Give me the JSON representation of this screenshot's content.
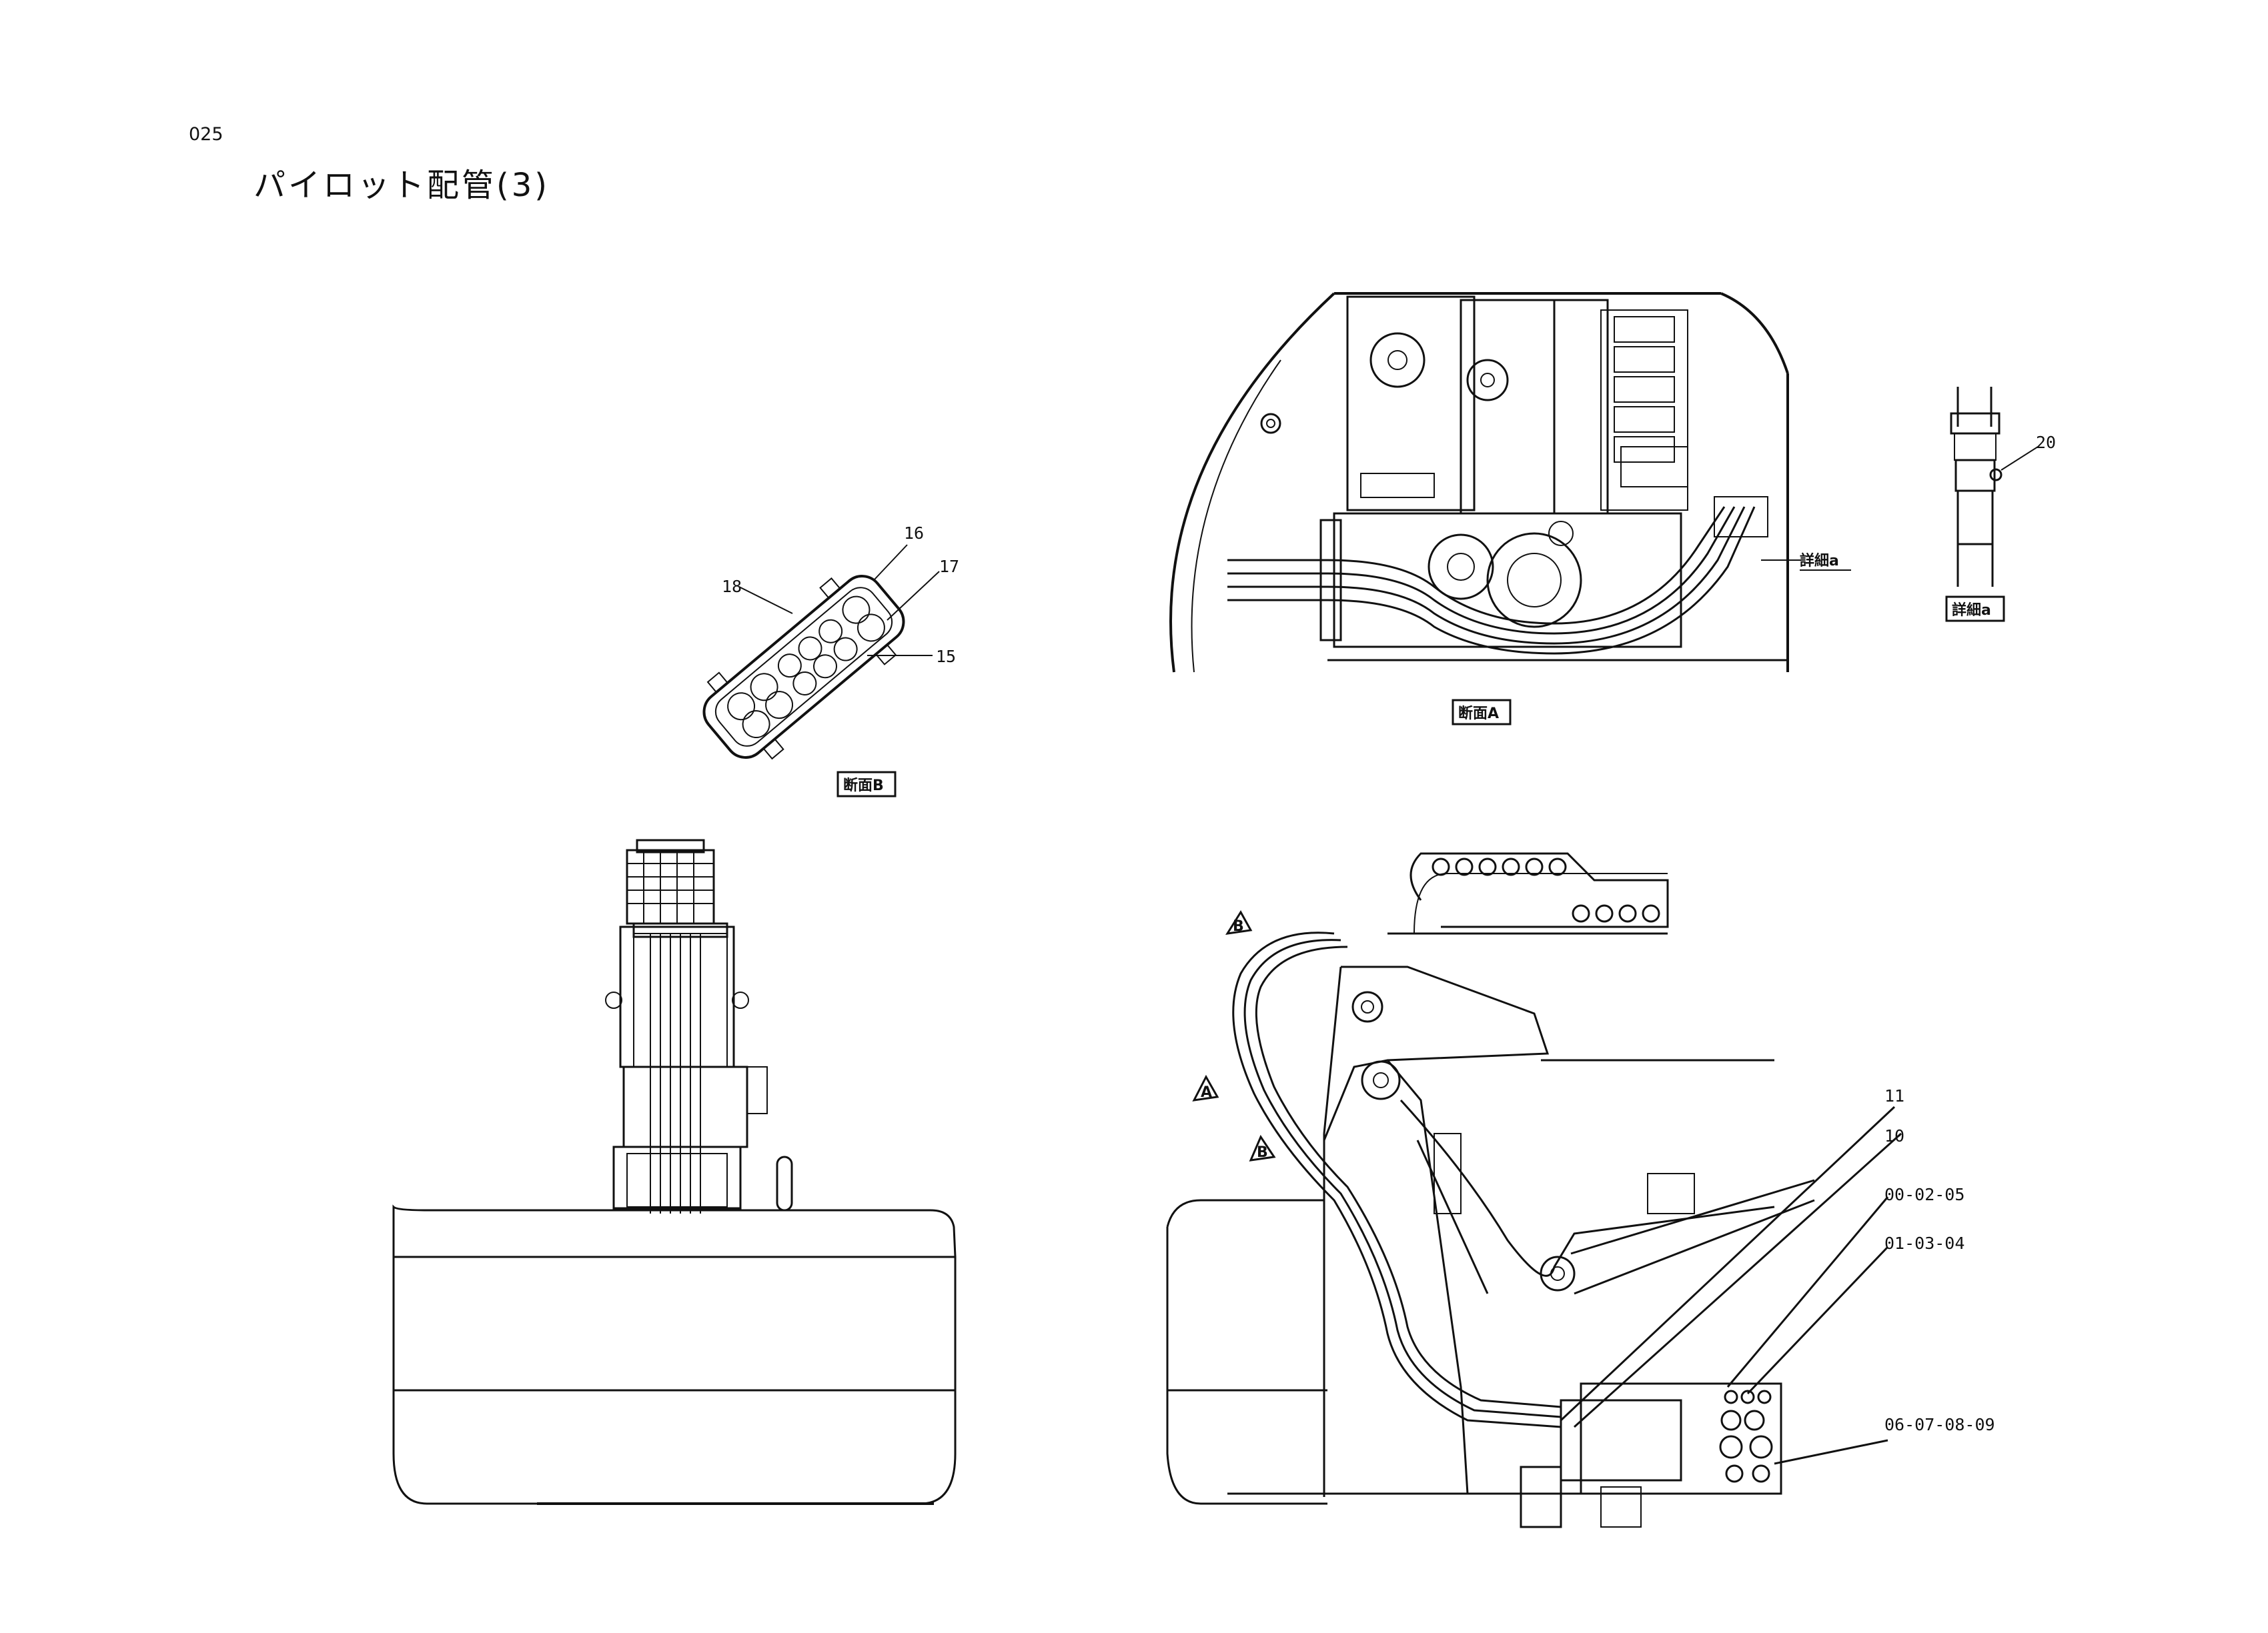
{
  "header": {
    "page_number": "025",
    "title": "パイロット配管(3)"
  },
  "views": {
    "section_a": "断面A",
    "section_b": "断面B",
    "detail_a": "詳細a",
    "detail_a_callout": "詳細a",
    "arrow_a": "A",
    "arrow_b1": "B",
    "arrow_b2": "B"
  },
  "part_callouts": {
    "p15": "15",
    "p16": "16",
    "p17": "17",
    "p18": "18",
    "p20": "20",
    "p11": "11",
    "p10": "10",
    "r1": "00-02-05",
    "r2": "01-03-04",
    "r3": "06-07-08-09"
  }
}
